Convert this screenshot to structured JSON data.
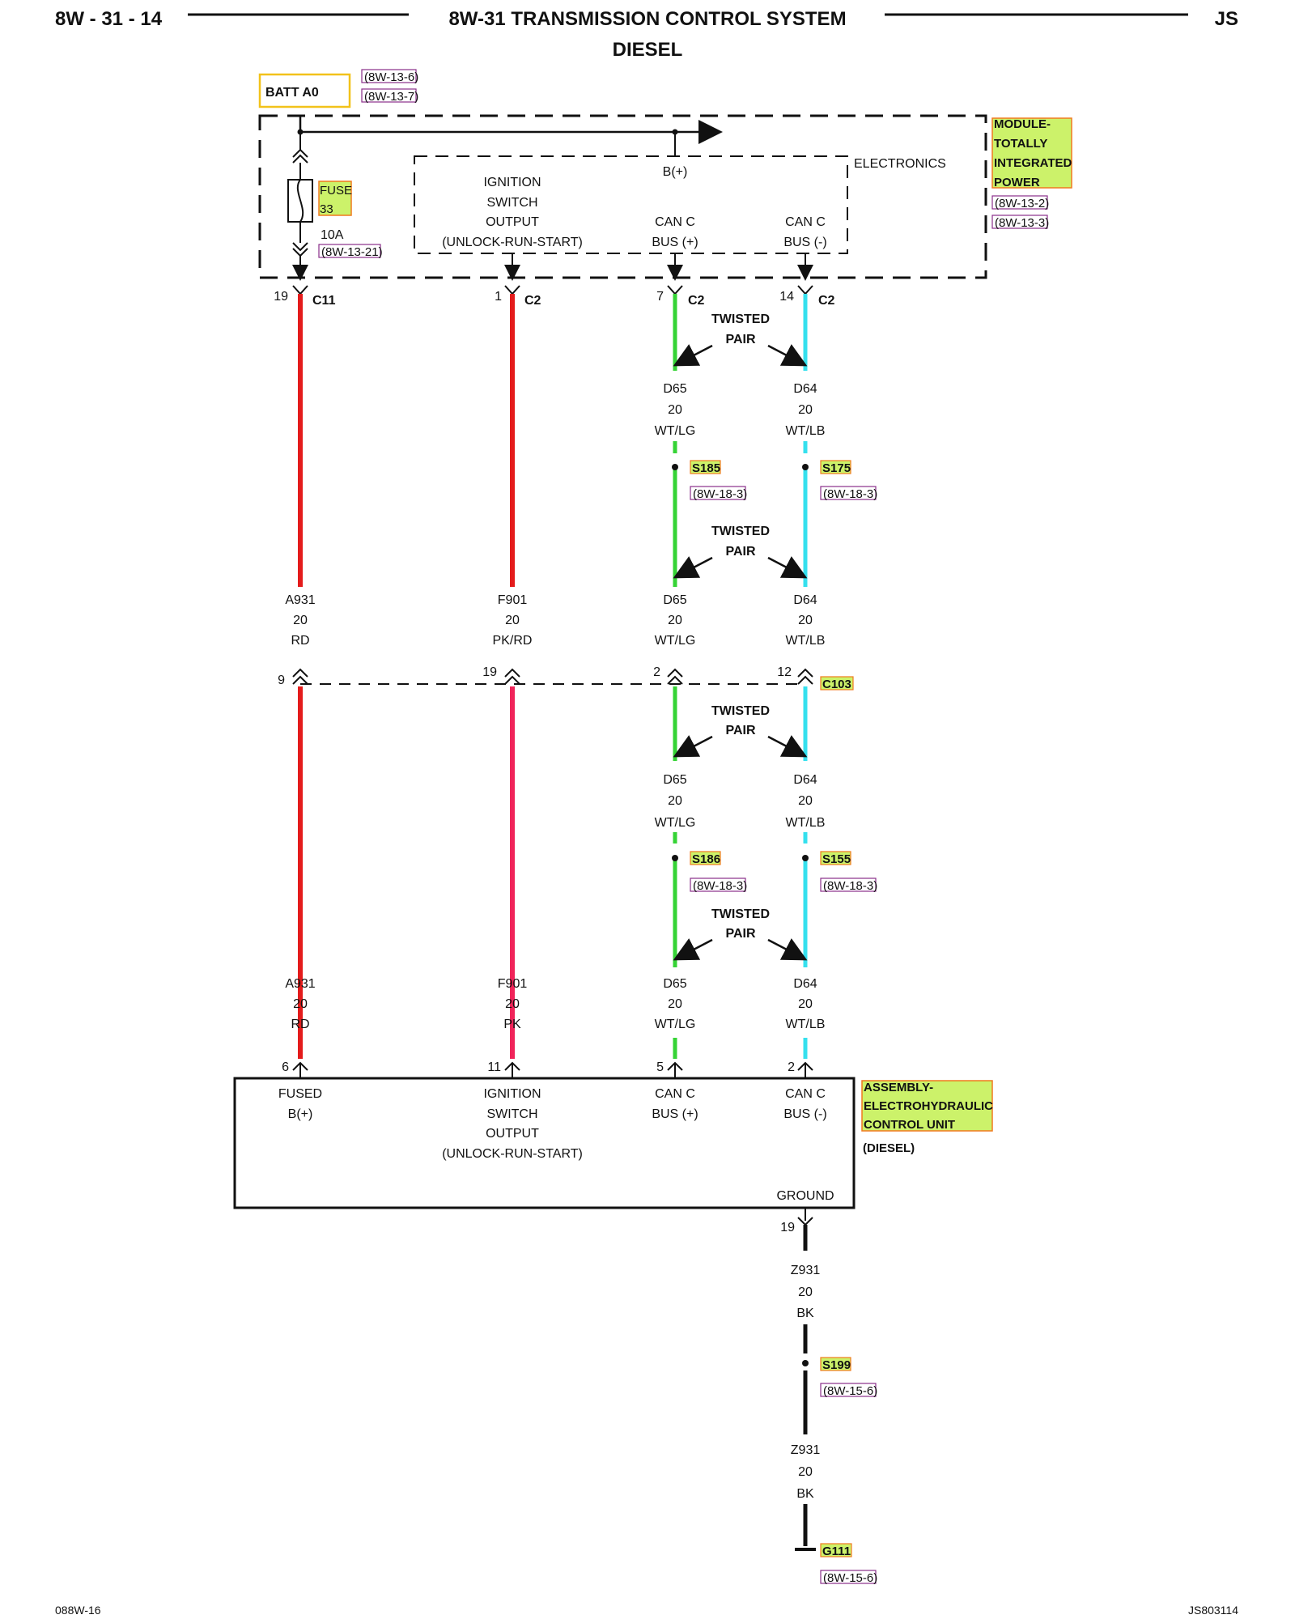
{
  "header": {
    "page_left": "8W - 31 - 14",
    "title": "8W-31 TRANSMISSION CONTROL SYSTEM",
    "subtitle": "DIESEL",
    "page_right": "JS"
  },
  "footer": {
    "left": "088W-16",
    "right": "JS803114"
  },
  "batt": {
    "label": "BATT A0",
    "refs": [
      "(8W-13-6)",
      "(8W-13-7)"
    ]
  },
  "module": {
    "name": [
      "MODULE-",
      "TOTALLY",
      "INTEGRATED",
      "POWER"
    ],
    "refs": [
      "(8W-13-2)",
      "(8W-13-3)"
    ],
    "electronics": "ELECTRONICS",
    "bplus": "B(+)",
    "fuse": [
      "FUSE",
      "33"
    ],
    "fuse_rating": "10A",
    "fuse_ref": "(8W-13-21)",
    "outputs": [
      [
        "IGNITION",
        "SWITCH",
        "OUTPUT",
        "(UNLOCK-RUN-START)"
      ],
      [
        "CAN C",
        "BUS (+)"
      ],
      [
        "CAN C",
        "BUS (-)"
      ]
    ]
  },
  "connectors": {
    "top": [
      {
        "pin": "19",
        "name": "C11"
      },
      {
        "pin": "1",
        "name": "C2"
      },
      {
        "pin": "7",
        "name": "C2"
      },
      {
        "pin": "14",
        "name": "C2"
      }
    ],
    "c103": {
      "name": "C103",
      "pins": [
        "9",
        "19",
        "2",
        "12"
      ]
    },
    "bottom_pins": [
      "6",
      "11",
      "5",
      "2"
    ],
    "ground_pin": "19"
  },
  "twisted_pair": [
    "TWISTED",
    "PAIR"
  ],
  "wires": {
    "w1": {
      "circuit": "A931",
      "gauge": "20",
      "color": "RD"
    },
    "w2_top": {
      "circuit": "F901",
      "gauge": "20",
      "color": "PK/RD"
    },
    "w2_bot": {
      "circuit": "F901",
      "gauge": "20",
      "color": "PK"
    },
    "w3": {
      "circuit": "D65",
      "gauge": "20",
      "color": "WT/LG"
    },
    "w4": {
      "circuit": "D64",
      "gauge": "20",
      "color": "WT/LB"
    },
    "gnd": {
      "circuit": "Z931",
      "gauge": "20",
      "color": "BK"
    }
  },
  "splices": {
    "s185": {
      "name": "S185",
      "ref": "(8W-18-3)"
    },
    "s175": {
      "name": "S175",
      "ref": "(8W-18-3)"
    },
    "s186": {
      "name": "S186",
      "ref": "(8W-18-3)"
    },
    "s155": {
      "name": "S155",
      "ref": "(8W-18-3)"
    },
    "s199": {
      "name": "S199",
      "ref": "(8W-15-6)"
    },
    "g111": {
      "name": "G111",
      "ref": "(8W-15-6)"
    }
  },
  "assembly": {
    "name": [
      "ASSEMBLY-",
      "ELECTROHYDRAULIC",
      "CONTROL UNIT"
    ],
    "variant": "(DIESEL)",
    "inputs": [
      [
        "FUSED",
        "B(+)"
      ],
      [
        "IGNITION",
        "SWITCH",
        "OUTPUT",
        "(UNLOCK-RUN-START)"
      ],
      [
        "CAN C",
        "BUS (+)"
      ],
      [
        "CAN C",
        "BUS (-)"
      ]
    ],
    "ground": "GROUND"
  },
  "colors": {
    "red": "#e41b1b",
    "pink": "#f0245a",
    "green": "#35d335",
    "cyan": "#35e0ee",
    "black": "#111111",
    "highlight": "#ccf26a",
    "highlight_border": "#f07a1e",
    "batt_border": "#f2c21a",
    "ref_border": "#8a2e8a"
  }
}
